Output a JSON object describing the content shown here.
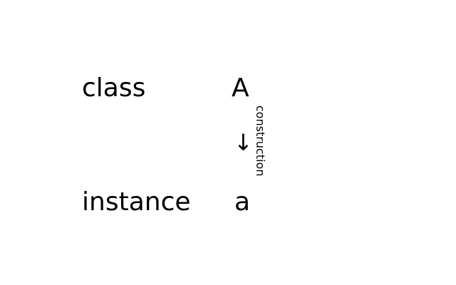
{
  "rows": {
    "class_label": "class",
    "instance_label": "instance"
  },
  "nodes": {
    "class_node": "A",
    "instance_node": "a"
  },
  "edge": {
    "arrow_glyph": "↓",
    "label": "construction"
  }
}
